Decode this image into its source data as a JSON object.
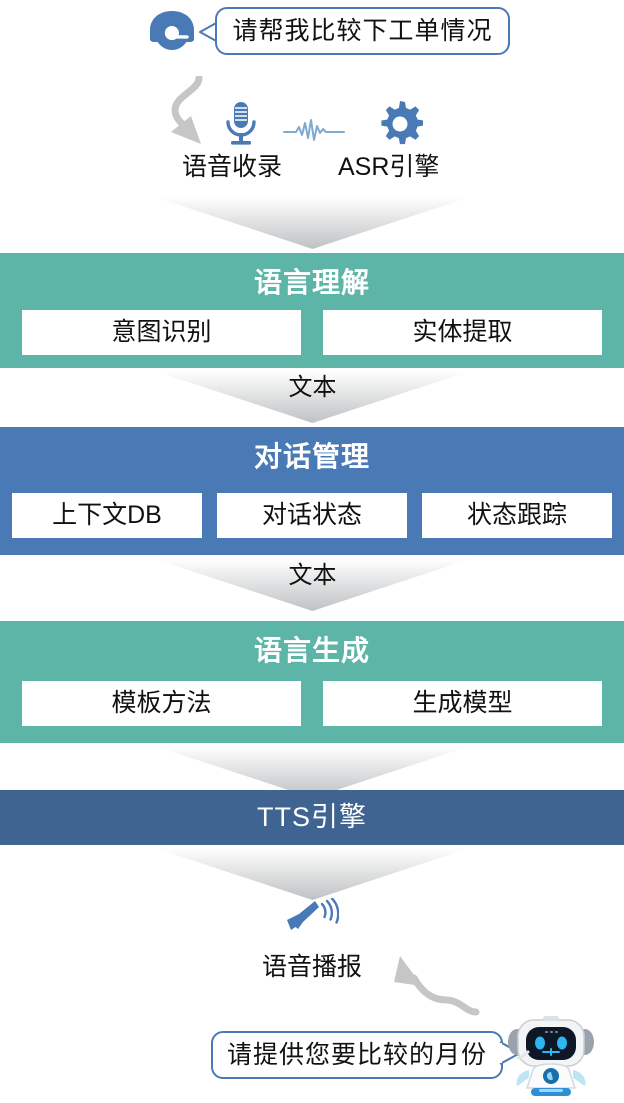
{
  "conversation": {
    "user_bubble": "请帮我比较下工单情况",
    "bot_bubble": "请提供您要比较的月份",
    "user_icon": "headset-operator-icon",
    "bot_icon": "robot-assistant-icon"
  },
  "capture": {
    "mic_icon": "microphone-icon",
    "wave_icon": "audio-waveform-icon",
    "gear_icon": "gear-icon",
    "labels": [
      {
        "text": "语音收录"
      },
      {
        "text": "ASR引擎"
      }
    ]
  },
  "flow_labels": {
    "text1": "文本",
    "text2": "文本",
    "empty": ""
  },
  "stages": [
    {
      "id": "nlu",
      "title": "语言理解",
      "color": "#5CB5A7",
      "items": [
        "意图识别",
        "实体提取"
      ]
    },
    {
      "id": "dm",
      "title": "对话管理",
      "color": "#4A7AB5",
      "items": [
        "上下文DB",
        "对话状态",
        "状态跟踪"
      ]
    },
    {
      "id": "nlg",
      "title": "语言生成",
      "color": "#5CB5A7",
      "items": [
        "模板方法",
        "生成模型"
      ]
    },
    {
      "id": "tts",
      "title": "TTS引擎",
      "color": "#3F6491",
      "items": []
    }
  ],
  "output": {
    "speaker_icon": "speaker-announce-icon",
    "label": "语音播报"
  },
  "colors": {
    "green": "#5CB5A7",
    "blue": "#4A7AB5",
    "dark_blue": "#3F6491",
    "icon_blue": "#4A7AB5",
    "arrow_gray": "#C4C6C8"
  }
}
